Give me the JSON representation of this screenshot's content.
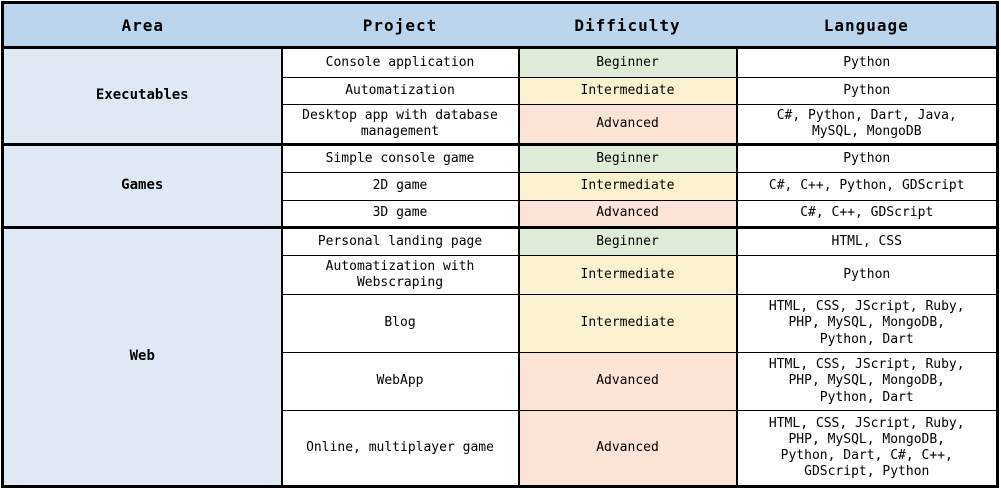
{
  "colors": {
    "header_bg": "#BBD5EC",
    "area_bg": "#DEE9F5",
    "beginner_bg": "#DFEDD8",
    "intermediate_bg": "#FDF2D0",
    "advanced_bg": "#FBE3D6",
    "border": "#000000",
    "text": "#000000"
  },
  "table": {
    "headers": [
      "Area",
      "Project",
      "Difficulty",
      "Language"
    ],
    "groups": [
      {
        "area": "Executables",
        "rows": [
          {
            "project": "Console application",
            "difficulty": "Beginner",
            "language": "Python"
          },
          {
            "project": "Automatization",
            "difficulty": "Intermediate",
            "language": "Python"
          },
          {
            "project": "Desktop app with database management",
            "difficulty": "Advanced",
            "language": "C#, Python, Dart, Java, MySQL, MongoDB"
          }
        ]
      },
      {
        "area": "Games",
        "rows": [
          {
            "project": "Simple console game",
            "difficulty": "Beginner",
            "language": "Python"
          },
          {
            "project": "2D game",
            "difficulty": "Intermediate",
            "language": "C#, C++, Python, GDScript"
          },
          {
            "project": "3D game",
            "difficulty": "Advanced",
            "language": "C#, C++, GDScript"
          }
        ]
      },
      {
        "area": "Web",
        "rows": [
          {
            "project": "Personal landing page",
            "difficulty": "Beginner",
            "language": "HTML, CSS"
          },
          {
            "project": "Automatization with Webscraping",
            "difficulty": "Intermediate",
            "language": "Python"
          },
          {
            "project": "Blog",
            "difficulty": "Intermediate",
            "language": "HTML, CSS, JScript, Ruby, PHP, MySQL, MongoDB, Python, Dart"
          },
          {
            "project": "WebApp",
            "difficulty": "Advanced",
            "language": "HTML, CSS, JScript, Ruby, PHP, MySQL, MongoDB, Python, Dart"
          },
          {
            "project": "Online, multiplayer game",
            "difficulty": "Advanced",
            "language": "HTML, CSS, JScript, Ruby, PHP, MySQL, MongoDB, Python, Dart, C#, C++, GDScript, Python"
          }
        ]
      }
    ]
  }
}
